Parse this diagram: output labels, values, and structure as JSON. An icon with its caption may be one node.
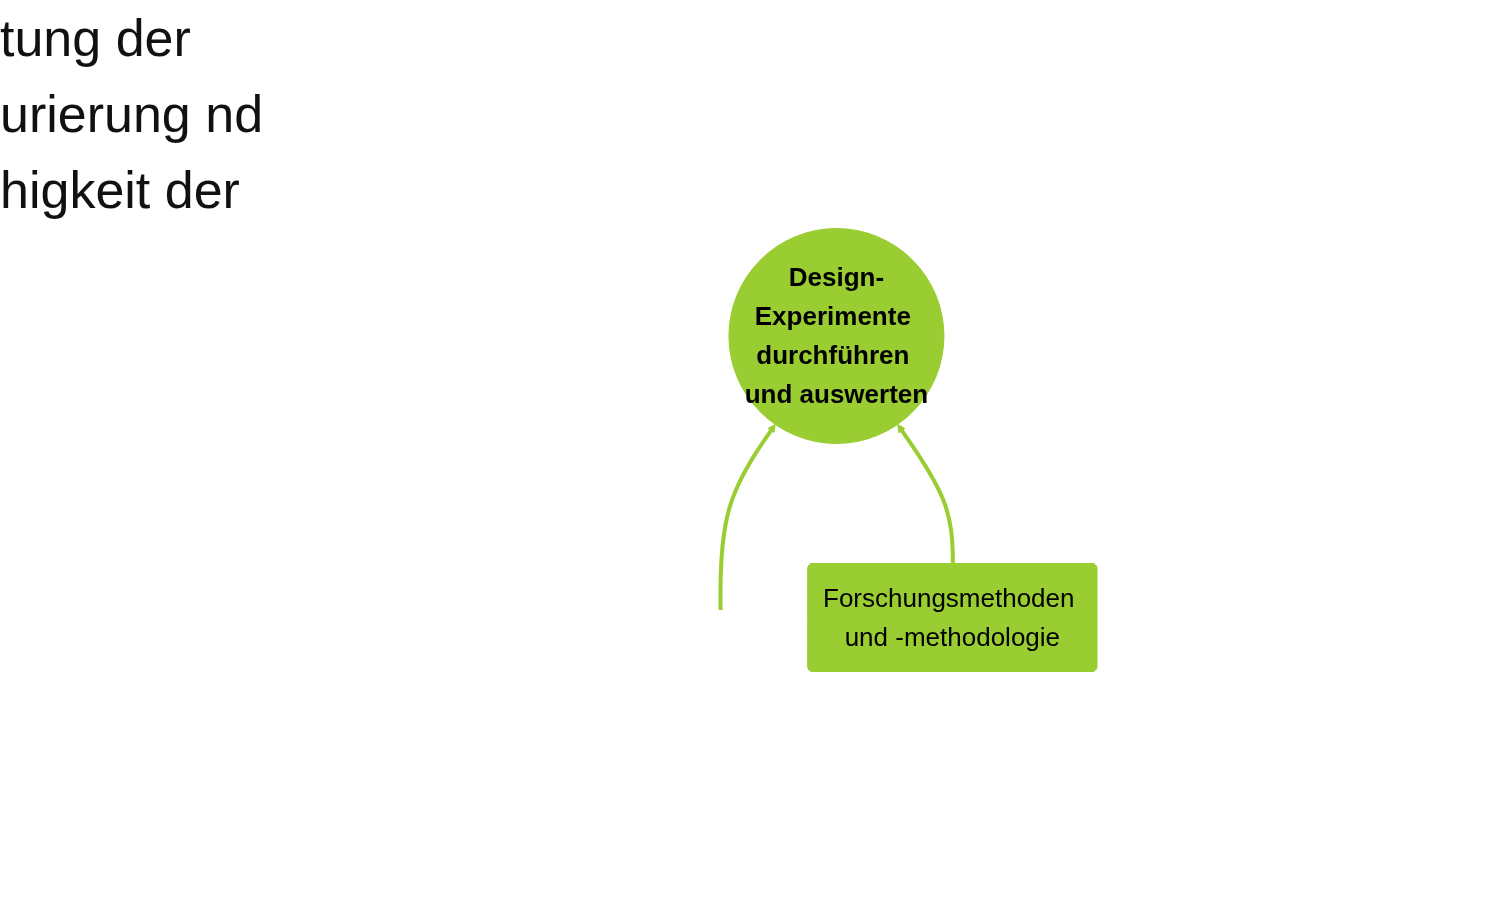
{
  "diagram": {
    "nodes": [
      {
        "text": [
          "Design-Experimente durchführen und auswerten"
        ]
      },
      {
        "text": [
          "Forschungsmethoden und -methodologie"
        ]
      }
    ],
    "edges": [
      {
        "from": null,
        "to": 0,
        "arrow": "to"
      },
      {
        "from": 1,
        "to": 0,
        "arrow": "to"
      }
    ],
    "labels": [
      "tung der urierung nd higkeit der"
    ]
  }
}
